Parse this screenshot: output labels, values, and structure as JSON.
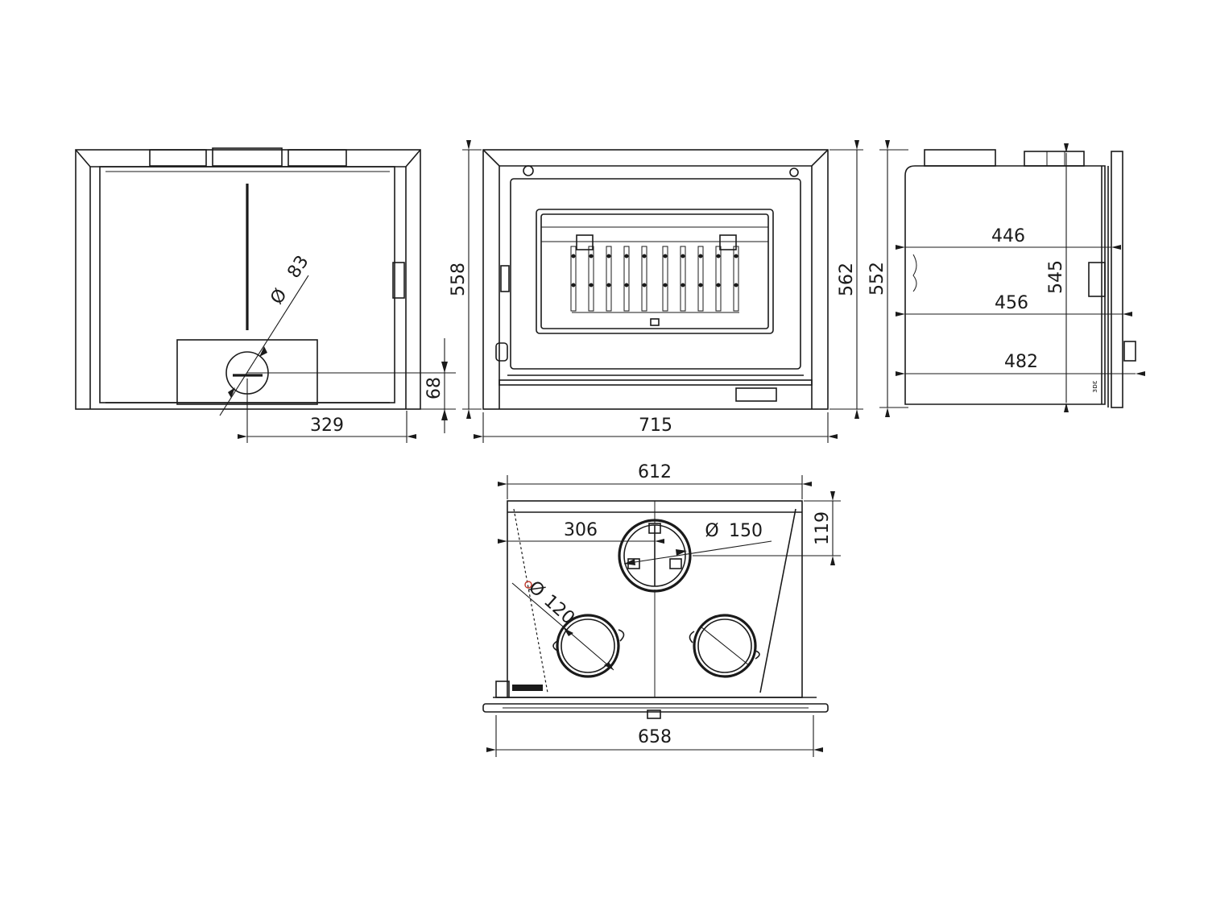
{
  "views": {
    "rear": {
      "dim_diameter_symbol": "Ø",
      "dim_diameter": "83",
      "dim_height_outlet": "68",
      "dim_width_offset": "329"
    },
    "front": {
      "dim_height": "558",
      "dim_width": "715"
    },
    "side": {
      "dim_height_total": "562",
      "dim_height_body": "552",
      "dim_height_inner": "545",
      "dim_depth_a": "446",
      "dim_depth_b": "456",
      "dim_depth_c": "482",
      "mark_text": "ɜɒɛ"
    },
    "top": {
      "dim_width_top": "612",
      "dim_offset": "306",
      "dim_flue_symbol": "Ø",
      "dim_flue": "150",
      "dim_depth_front": "119",
      "dim_duct_symbol": "Ø",
      "dim_duct": "120",
      "dim_width_bottom": "658"
    }
  },
  "colors": {
    "line": "#1a1a1a",
    "accent_dot": "#c0392b"
  }
}
